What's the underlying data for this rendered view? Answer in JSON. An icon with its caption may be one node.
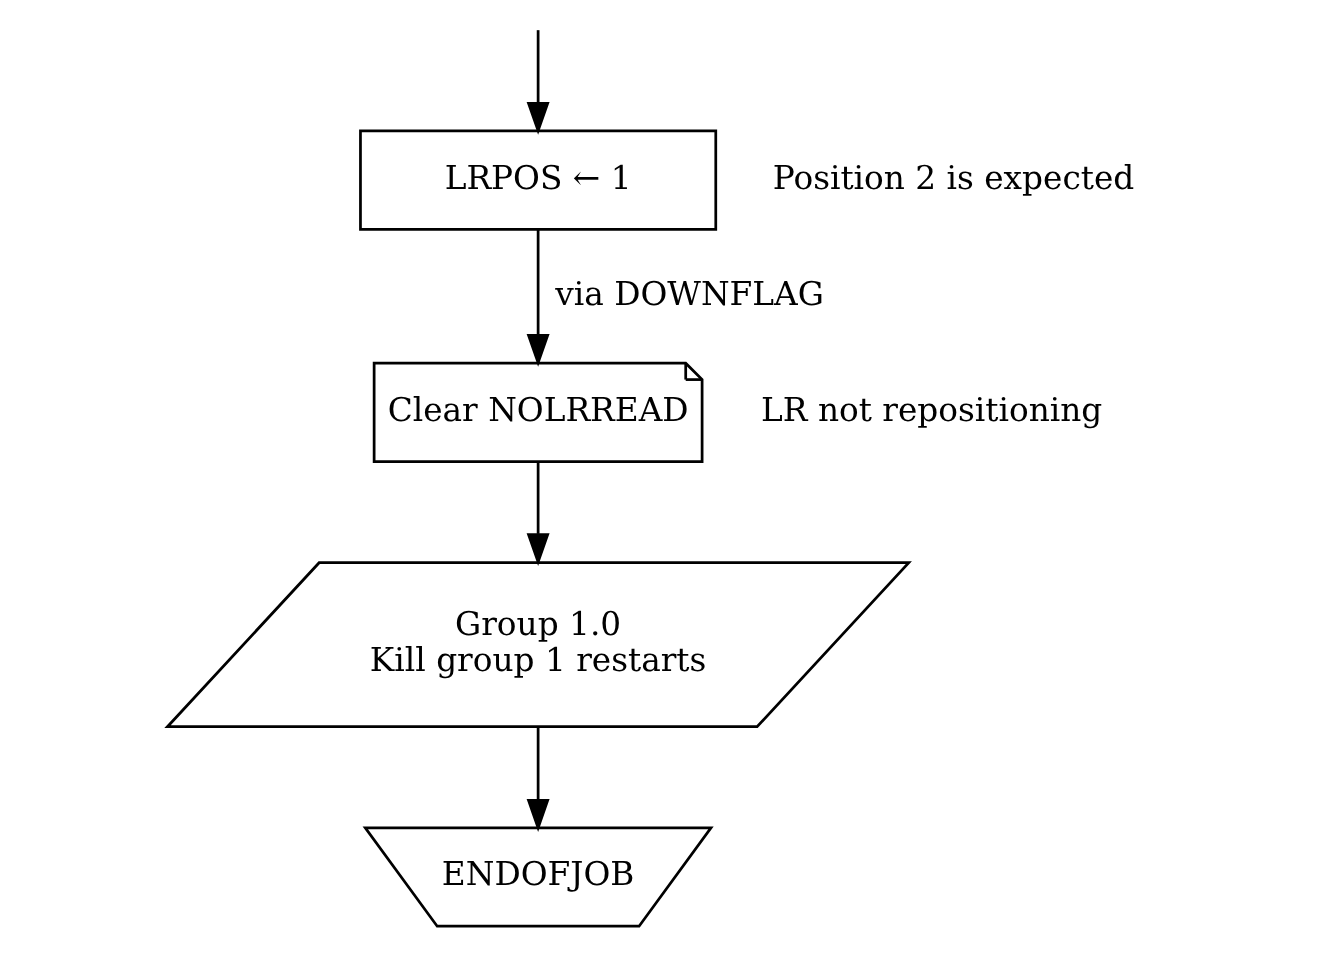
{
  "diagram": {
    "nodes": [
      {
        "text": [
          "LRPOS ← 1"
        ],
        "beside": [
          "Position 2 is expected"
        ]
      },
      {
        "text": [
          "Clear NOLRREAD"
        ],
        "beside": [
          "LR not repositioning"
        ]
      },
      {
        "text": [
          "Group 1.0",
          "Kill group 1 restarts"
        ]
      },
      {
        "text": [
          "ENDOFJOB"
        ]
      }
    ],
    "edges": [
      {
        "from": null,
        "to": 0,
        "arrow": "to"
      },
      {
        "from": 0,
        "to": 1,
        "arrow": "to",
        "label": "via DOWNFLAG"
      },
      {
        "from": 1,
        "to": 2,
        "arrow": "to"
      },
      {
        "from": 2,
        "to": 3,
        "arrow": "to"
      }
    ]
  }
}
